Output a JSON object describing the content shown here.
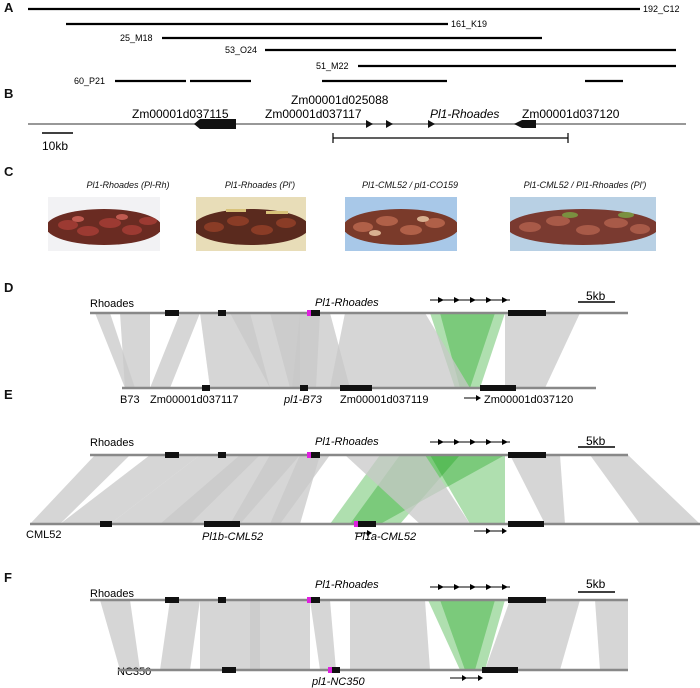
{
  "panels": {
    "a": "A",
    "b": "B",
    "c": "C",
    "d": "D",
    "e": "E",
    "f": "F"
  },
  "bacs": {
    "c12": "192_C12",
    "k19": "161_K19",
    "m18": "25_M18",
    "o24": "53_O24",
    "m22": "51_M22",
    "p21": "60_P21"
  },
  "genes": {
    "g115": "Zm00001d037115",
    "g088": "Zm00001d025088",
    "g117": "Zm00001d037117",
    "plr": "Pl1-Rhoades",
    "g120": "Zm00001d037120",
    "scale": "10kb"
  },
  "photos": [
    {
      "caption": "Pl1-Rhoades (Pl-Rh)"
    },
    {
      "caption": "Pl1-Rhoades (Pl')"
    },
    {
      "caption": "Pl1-CML52 / pl1-CO159"
    },
    {
      "caption": "Pl1-CML52 / Pl1-Rhoades (Pl')"
    }
  ],
  "synteny": {
    "d": {
      "top": "Rhoades",
      "top_gene": "Pl1-Rhoades",
      "bottom": "B73",
      "b1": "Zm00001d037117",
      "b2": "pl1-B73",
      "b3": "Zm00001d037119",
      "b4": "Zm00001d037120",
      "scale": "5kb"
    },
    "e": {
      "top": "Rhoades",
      "top_gene": "Pl1-Rhoades",
      "bottom": "CML52",
      "b1": "Pl1b-CML52",
      "b2": "Pl1a-CML52",
      "scale": "5kb"
    },
    "f": {
      "top": "Rhoades",
      "top_gene": "Pl1-Rhoades",
      "bottom": "NC350",
      "b1": "pl1-NC350",
      "scale": "5kb"
    }
  },
  "colors": {
    "line": "#888888",
    "gray_band": "#c8c8c8",
    "green_band": "#1aa31a",
    "magenta": "#e020e0",
    "gene": "#111111"
  }
}
